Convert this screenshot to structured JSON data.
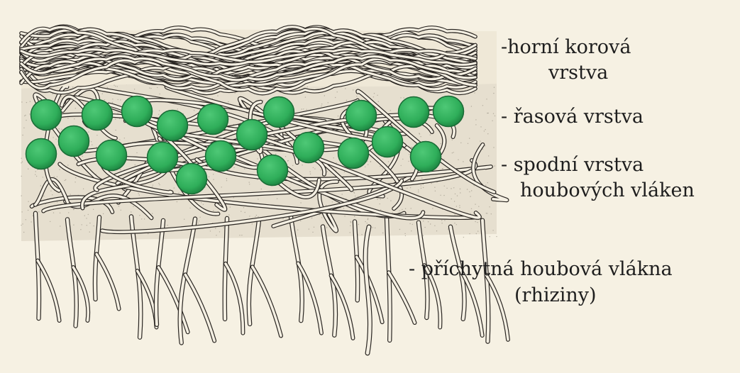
{
  "labels": {
    "upper_cortex": {
      "line1": "-horní korová",
      "line2": "vrstva"
    },
    "algal_layer": {
      "line1": "- řasová vrstva"
    },
    "medulla": {
      "line1": "- spodní vrstva",
      "line2": "houbových vláken"
    },
    "rhizines": {
      "line1": "- příchytná houbová vlákna",
      "line2": "(rhiziny)"
    }
  },
  "colors": {
    "background": "#f6f1e3",
    "hypha_outline": "#2a2622",
    "hypha_fill": "#f4efe2",
    "alga_fill": "#2fae5a",
    "alga_dark": "#1f8a44",
    "alga_light": "#4ec876",
    "text": "#1e1e1e"
  }
}
